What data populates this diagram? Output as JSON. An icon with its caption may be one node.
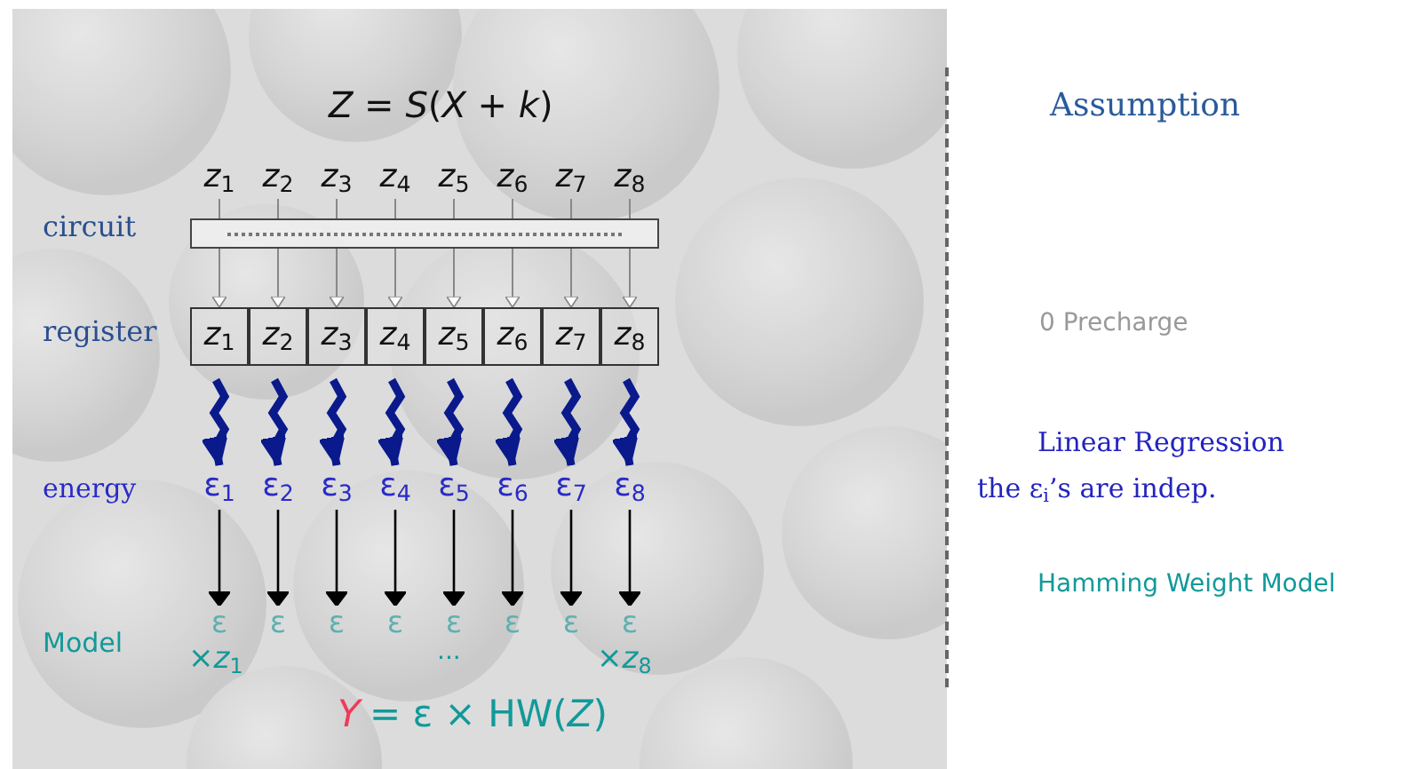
{
  "diagram": {
    "nodes": [
      {
        "text": [
          "*z*$_{1}$"
        ]
      },
      {
        "text": [
          "*z*$_{2}$"
        ]
      },
      {
        "text": [
          "*z*$_{3}$"
        ]
      },
      {
        "text": [
          "*z*$_{4}$"
        ]
      },
      {
        "text": [
          "*z*$_{5}$"
        ]
      },
      {
        "text": [
          "*z*$_{6}$"
        ]
      },
      {
        "text": [
          "*z*$_{7}$"
        ]
      },
      {
        "text": [
          "*z*$_{8}$"
        ]
      },
      {
        "text": [],
        "shape": "bar"
      },
      {
        "text": [
          "*z*$_{1}$"
        ]
      },
      {
        "text": [
          "*z*$_{2}$"
        ]
      },
      {
        "text": [
          "*z*$_{3}$"
        ]
      },
      {
        "text": [
          "*z*$_{4}$"
        ]
      },
      {
        "text": [
          "*z*$_{5}$"
        ]
      },
      {
        "text": [
          "*z*$_{6}$"
        ]
      },
      {
        "text": [
          "*z*$_{7}$"
        ]
      },
      {
        "text": [
          "*z*$_{8}$"
        ]
      },
      {
        "text": [
          "ε$_{1}$"
        ]
      },
      {
        "text": [
          "ε$_{2}$"
        ]
      },
      {
        "text": [
          "ε$_{3}$"
        ]
      },
      {
        "text": [
          "ε$_{4}$"
        ]
      },
      {
        "text": [
          "ε$_{5}$"
        ]
      },
      {
        "text": [
          "ε$_{6}$"
        ]
      },
      {
        "text": [
          "ε$_{7}$"
        ]
      },
      {
        "text": [
          "ε$_{8}$"
        ]
      },
      {
        "text": [
          "ε"
        ]
      },
      {
        "text": [
          "ε"
        ]
      },
      {
        "text": [
          "ε"
        ]
      },
      {
        "text": [
          "ε"
        ]
      },
      {
        "text": [
          "ε"
        ]
      },
      {
        "text": [
          "ε"
        ]
      },
      {
        "text": [
          "ε"
        ]
      },
      {
        "text": [
          "ε"
        ]
      }
    ],
    "edges": [
      {
        "from": 0,
        "to": 8,
        "arrow": "none"
      },
      {
        "from": 1,
        "to": 8,
        "arrow": "none"
      },
      {
        "from": 2,
        "to": 8,
        "arrow": "none"
      },
      {
        "from": 3,
        "to": 8,
        "arrow": "none"
      },
      {
        "from": 4,
        "to": 8,
        "arrow": "none"
      },
      {
        "from": 5,
        "to": 8,
        "arrow": "none"
      },
      {
        "from": 6,
        "to": 8,
        "arrow": "none"
      },
      {
        "from": 7,
        "to": 8,
        "arrow": "none"
      },
      {
        "from": 8,
        "to": 9,
        "arrow": "to"
      },
      {
        "from": 8,
        "to": 10,
        "arrow": "to"
      },
      {
        "from": 8,
        "to": 11,
        "arrow": "to"
      },
      {
        "from": 8,
        "to": 12,
        "arrow": "to"
      },
      {
        "from": 8,
        "to": 13,
        "arrow": "to"
      },
      {
        "from": 8,
        "to": 14,
        "arrow": "to"
      },
      {
        "from": 8,
        "to": 15,
        "arrow": "to"
      },
      {
        "from": 8,
        "to": 16,
        "arrow": "to"
      },
      {
        "from": 9,
        "to": 17,
        "arrow": "to",
        "style": "thick",
        "color": "#0a1a8c"
      },
      {
        "from": 10,
        "to": 18,
        "arrow": "to",
        "style": "thick",
        "color": "#0a1a8c"
      },
      {
        "from": 11,
        "to": 19,
        "arrow": "to",
        "style": "thick",
        "color": "#0a1a8c"
      },
      {
        "from": 12,
        "to": 20,
        "arrow": "to",
        "style": "thick",
        "color": "#0a1a8c"
      },
      {
        "from": 13,
        "to": 21,
        "arrow": "to",
        "style": "thick",
        "color": "#0a1a8c"
      },
      {
        "from": 14,
        "to": 22,
        "arrow": "to",
        "style": "thick",
        "color": "#0a1a8c"
      },
      {
        "from": 15,
        "to": 23,
        "arrow": "to",
        "style": "thick",
        "color": "#0a1a8c"
      },
      {
        "from": 16,
        "to": 24,
        "arrow": "to",
        "style": "thick",
        "color": "#0a1a8c"
      },
      {
        "from": 17,
        "to": 25,
        "arrow": "to",
        "color": "#000000"
      },
      {
        "from": 18,
        "to": 26,
        "arrow": "to",
        "color": "#000000"
      },
      {
        "from": 19,
        "to": 27,
        "arrow": "to",
        "color": "#000000"
      },
      {
        "from": 20,
        "to": 28,
        "arrow": "to",
        "color": "#000000"
      },
      {
        "from": 21,
        "to": 29,
        "arrow": "to",
        "color": "#000000"
      },
      {
        "from": 22,
        "to": 30,
        "arrow": "to",
        "color": "#000000"
      },
      {
        "from": 23,
        "to": 31,
        "arrow": "to",
        "color": "#000000"
      },
      {
        "from": 24,
        "to": 32,
        "arrow": "to",
        "color": "#000000"
      }
    ],
    "labels": [
      "*Z* = *S*(*X* + *k*)",
      "Assumption",
      "circuit",
      "register",
      "0 Precharge",
      "Linear Regression",
      "energy",
      "the ε$_{i}$’s are indep.",
      "Hamming Weight Model",
      "Model",
      "×*z*$_{1}$",
      "···",
      "×*z*$_{8}$",
      "*Y*",
      "= ε × HW(*Z*)"
    ]
  }
}
